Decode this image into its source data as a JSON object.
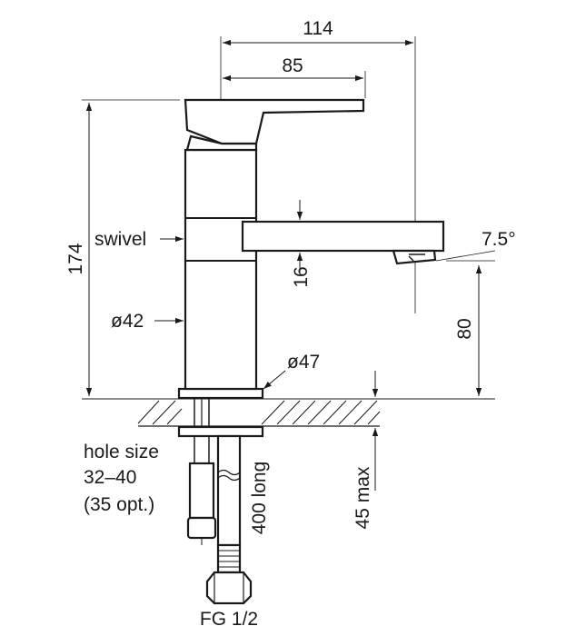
{
  "dimensions": {
    "overall_width": "114",
    "spout_reach": "85",
    "height": "174",
    "spout_height": "80",
    "spout_thickness": "16",
    "angle": "7.5°",
    "body_diameter": "ø42",
    "base_diameter": "ø47",
    "max_thickness": "45 max",
    "hose_length": "400 long"
  },
  "labels": {
    "swivel": "swivel",
    "hole_size_line1": "hole size",
    "hole_size_line2": "32–40",
    "hole_size_line3": "(35 opt.)",
    "connection": "FG 1/2"
  }
}
